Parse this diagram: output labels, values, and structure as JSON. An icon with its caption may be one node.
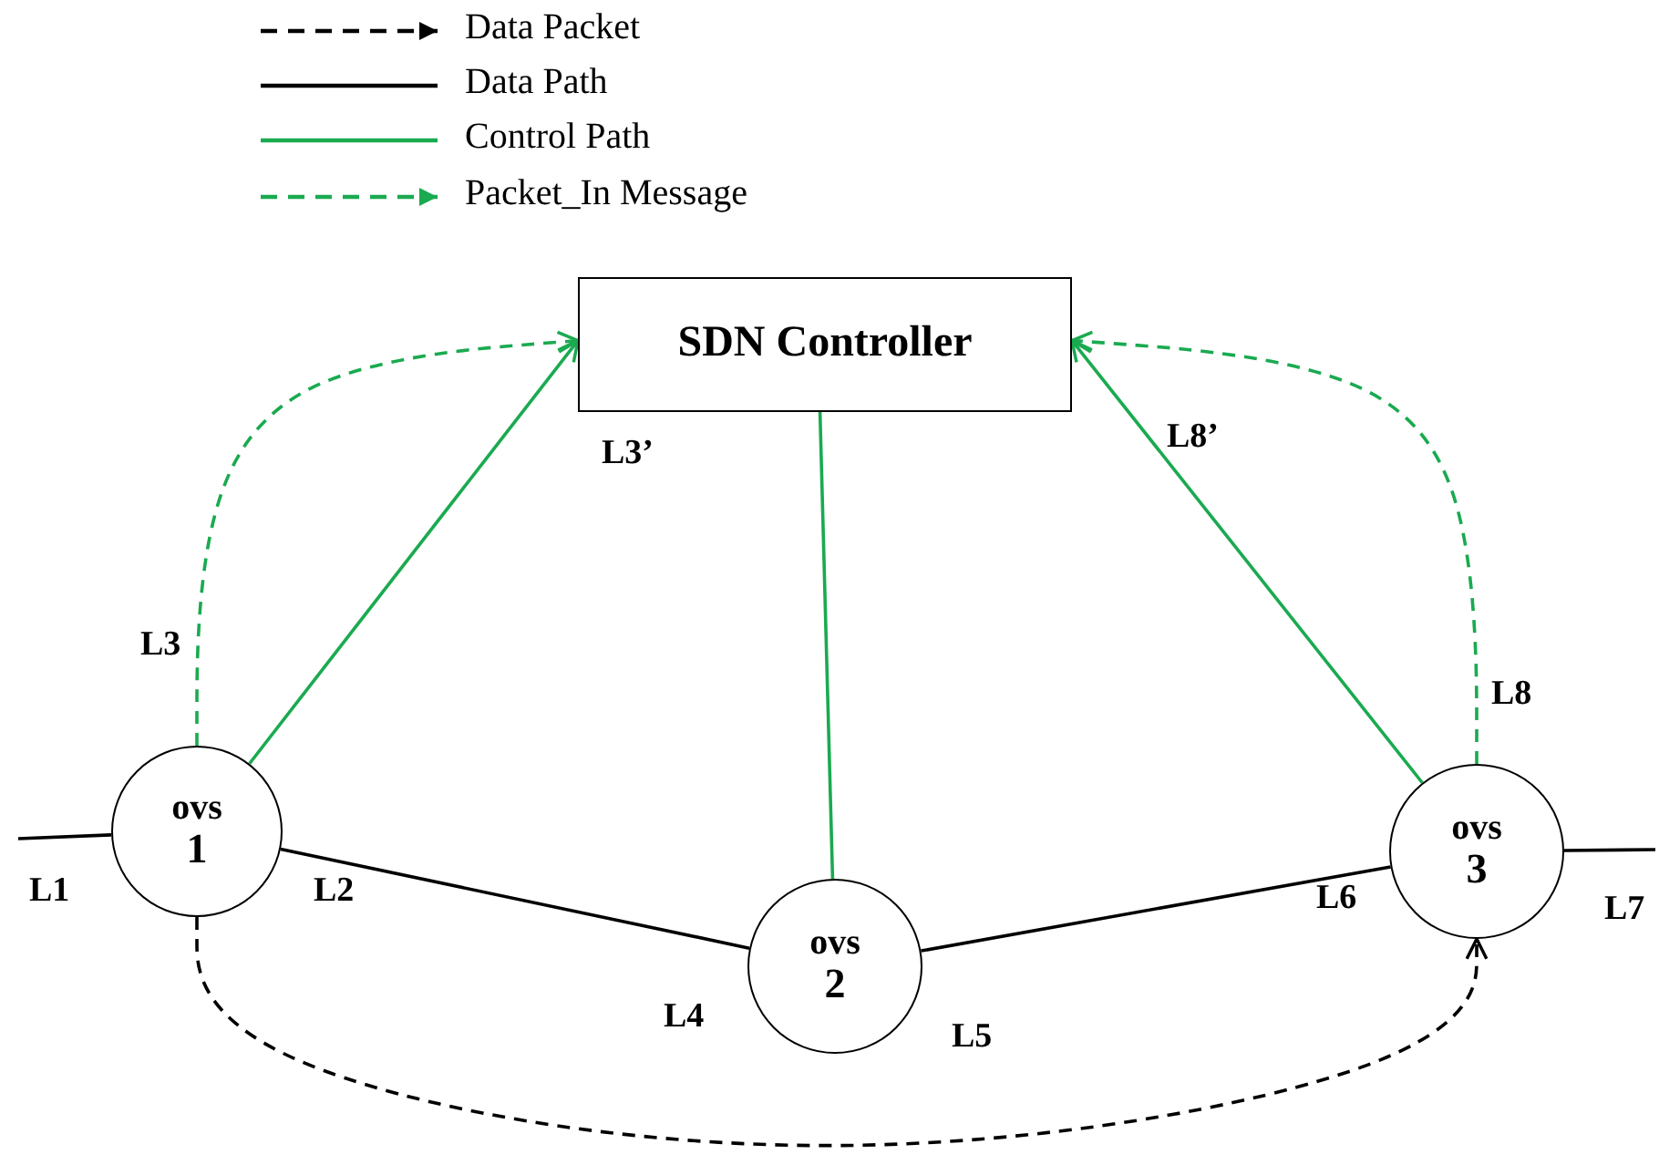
{
  "diagram": {
    "nodes": [
      {
        "text": [
          "SDN Controller"
        ]
      },
      {
        "text": [
          "ovs",
          "1"
        ]
      },
      {
        "text": [
          "ovs",
          "2"
        ]
      },
      {
        "text": [
          "ovs",
          "3"
        ]
      }
    ],
    "edges": [
      {
        "from": 1,
        "to": 0,
        "arrow": "to"
      },
      {
        "from": 1,
        "to": 0,
        "arrow": "to",
        "style": "dashed"
      },
      {
        "from": 2,
        "to": 0,
        "arrow": "none"
      },
      {
        "from": 3,
        "to": 0,
        "arrow": "to"
      },
      {
        "from": 3,
        "to": 0,
        "arrow": "to",
        "style": "dashed"
      },
      {
        "from": 1,
        "to": 2,
        "arrow": "none",
        "color": "#000000"
      },
      {
        "from": 2,
        "to": 3,
        "arrow": "none",
        "color": "#000000"
      },
      {
        "from": 1,
        "to": 3,
        "arrow": "to",
        "style": "dashed",
        "color": "#000000"
      },
      {
        "from": null,
        "to": 1,
        "arrow": "none",
        "color": "#000000"
      },
      {
        "from": 3,
        "to": null,
        "arrow": "none",
        "color": "#000000"
      }
    ],
    "labels": [
      "L3’",
      "L8’",
      "L3",
      "L8",
      "L1",
      "L2",
      "L6",
      "L7",
      "L4",
      "L5"
    ],
    "legend": [
      {
        "text": "Data Packet"
      },
      {
        "text": "Data Path"
      },
      {
        "text": "Control Path"
      },
      {
        "text": "Packet_In Message"
      }
    ]
  }
}
